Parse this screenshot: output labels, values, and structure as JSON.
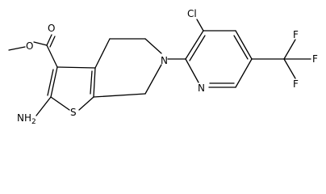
{
  "molecule": {
    "atoms": {
      "ester_oxygen_carbonyl": "O",
      "ester_oxygen_ether": "O",
      "thiophene_sulfur": "S",
      "piperidine_nitrogen": "N",
      "pyridine_nitrogen": "N",
      "chloro": "Cl",
      "fluorine_top": "F",
      "fluorine_right": "F",
      "fluorine_bottom": "F",
      "amino_nh": "NH",
      "amino_subscript": "2"
    }
  }
}
